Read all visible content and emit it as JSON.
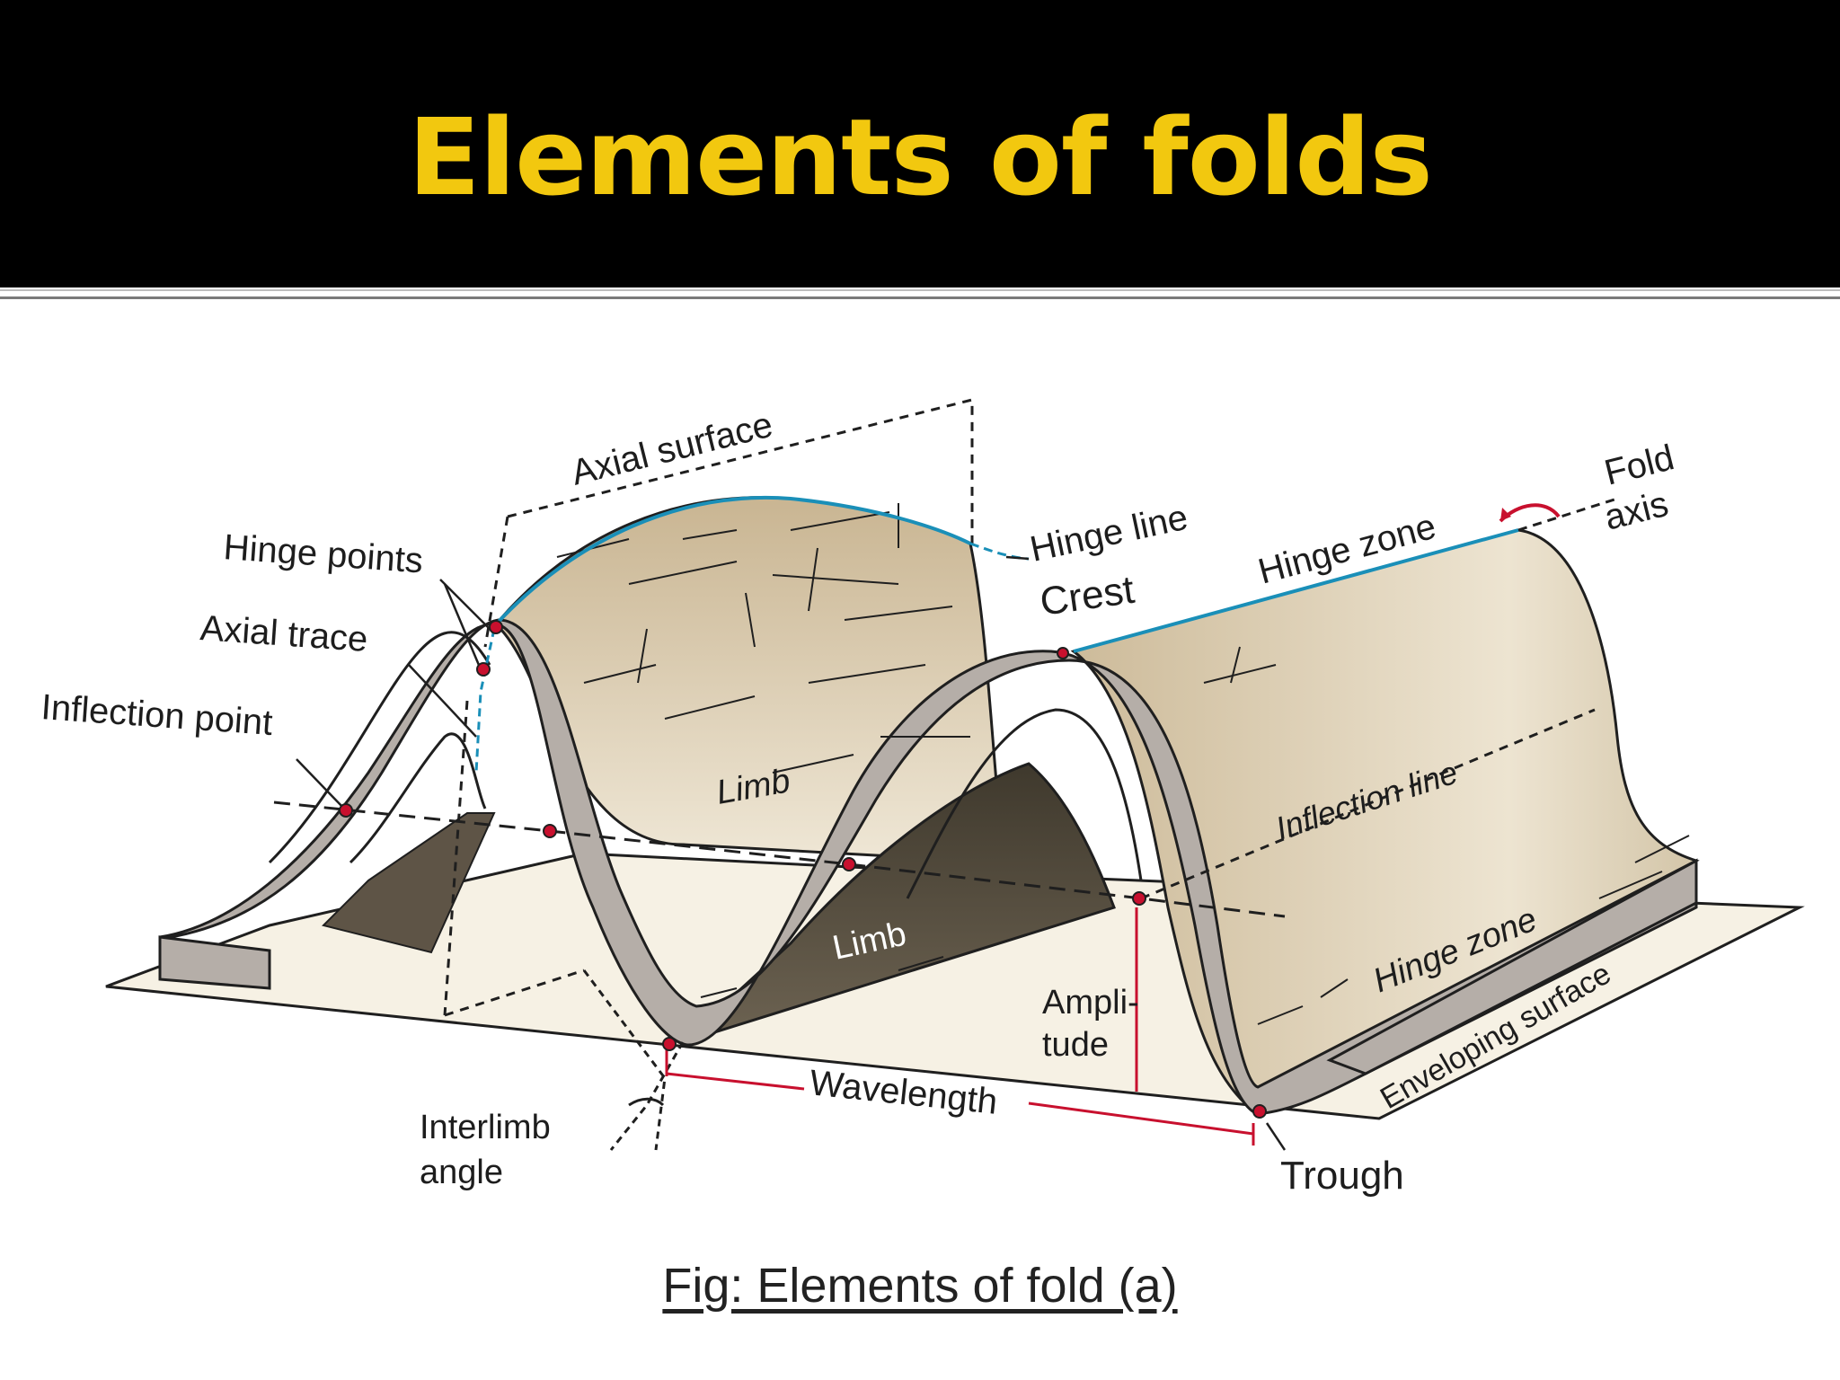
{
  "slide": {
    "title": "Elements of folds",
    "caption": "Fig: Elements of fold (a)",
    "title_color": "#f2c80f",
    "header_color": "#000000"
  },
  "diagram": {
    "labels": {
      "axial_surface": "Axial surface",
      "hinge_points": "Hinge points",
      "axial_trace": "Axial trace",
      "inflection_point": "Inflection point",
      "hinge_line": "Hinge line",
      "crest": "Crest",
      "hinge_zone_top": "Hinge zone",
      "fold": "Fold",
      "axis": "axis",
      "limb_upper": "Limb",
      "limb_lower": "Limb",
      "inflection_line": "Inflection line",
      "ampli": "Ampli-",
      "tude": "tude",
      "hinge_zone_bottom": "Hinge zone",
      "enveloping_surface": "Enveloping surface",
      "wavelength": "Wavelength",
      "interlimb": "Interlimb",
      "angle": "angle",
      "trough": "Trough"
    },
    "colors": {
      "hinge_line": "#1a8fb8",
      "marker": "#c8102e",
      "measure": "#c8102e",
      "layer_surface": "#d9ccaf",
      "layer_side": "#b3aca6",
      "shadow": "#4c4436",
      "base": "#f6f1e4"
    }
  }
}
